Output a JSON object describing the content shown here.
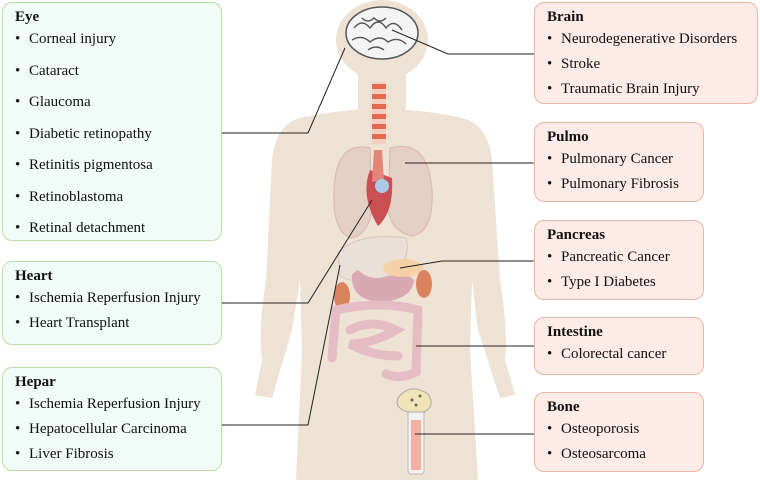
{
  "colors": {
    "body": "#ede2d3",
    "left_box_bg": "#f1fbf7",
    "left_box_border": "#b8e2a4",
    "right_box_bg": "#fcebe6",
    "right_box_border": "#ecb5a6"
  },
  "left_panels": {
    "eye": {
      "title": "Eye",
      "items": [
        "Corneal injury",
        "Cataract",
        "Glaucoma",
        "Diabetic retinopathy",
        "Retinitis pigmentosa",
        "Retinoblastoma",
        "Retinal detachment"
      ]
    },
    "heart": {
      "title": "Heart",
      "items": [
        "Ischemia Reperfusion Injury",
        "Heart Transplant"
      ]
    },
    "hepar": {
      "title": "Hepar",
      "items": [
        "Ischemia Reperfusion Injury",
        "Hepatocellular Carcinoma",
        "Liver Fibrosis"
      ]
    }
  },
  "right_panels": {
    "brain": {
      "title": "Brain",
      "items": [
        "Neurodegenerative Disorders",
        "Stroke",
        "Traumatic Brain Injury"
      ]
    },
    "pulmo": {
      "title": "Pulmo",
      "items": [
        "Pulmonary Cancer",
        "Pulmonary Fibrosis"
      ]
    },
    "pancreas": {
      "title": "Pancreas",
      "items": [
        "Pancreatic Cancer",
        "Type I Diabetes"
      ]
    },
    "intestine": {
      "title": "Intestine",
      "items": [
        "Colorectal cancer"
      ]
    },
    "bone": {
      "title": "Bone",
      "items": [
        "Osteoporosis",
        "Osteosarcoma"
      ]
    }
  }
}
